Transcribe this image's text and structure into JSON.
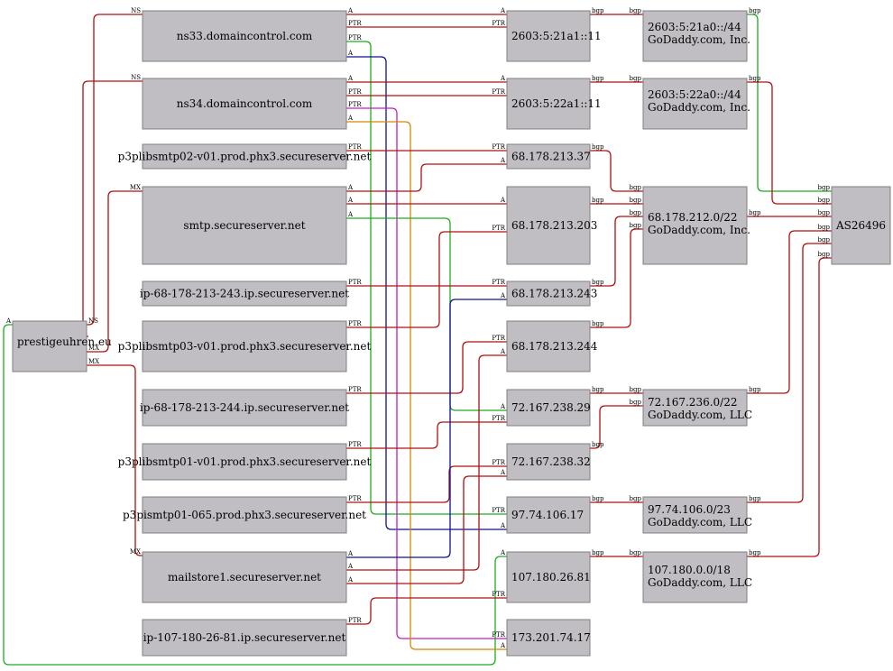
{
  "colors": {
    "red": "#b01010",
    "green": "#1faa1f",
    "blue": "#101090",
    "magenta": "#c020c0",
    "orange": "#d08a00",
    "node_fill": "#c0bdc3"
  },
  "nodes": [
    {
      "id": "prestige",
      "lines": [
        "prestigeuhren.eu"
      ]
    },
    {
      "id": "ns33",
      "lines": [
        "ns33.domaincontrol.com"
      ]
    },
    {
      "id": "ns34",
      "lines": [
        "ns34.domaincontrol.com"
      ]
    },
    {
      "id": "p3pli02",
      "lines": [
        "p3plibsmtp02-v01.prod.phx3.secureserver.net"
      ]
    },
    {
      "id": "smtp",
      "lines": [
        "smtp.secureserver.net"
      ]
    },
    {
      "id": "ip243",
      "lines": [
        "ip-68-178-213-243.ip.secureserver.net"
      ]
    },
    {
      "id": "p3pli03",
      "lines": [
        "p3plibsmtp03-v01.prod.phx3.secureserver.net"
      ]
    },
    {
      "id": "ip244",
      "lines": [
        "ip-68-178-213-244.ip.secureserver.net"
      ]
    },
    {
      "id": "p3pli01",
      "lines": [
        "p3plibsmtp01-v01.prod.phx3.secureserver.net"
      ]
    },
    {
      "id": "p3pis",
      "lines": [
        "p3pismtp01-065.prod.phx3.secureserver.net"
      ]
    },
    {
      "id": "mailstore",
      "lines": [
        "mailstore1.secureserver.net"
      ]
    },
    {
      "id": "ip10718",
      "lines": [
        "ip-107-180-26-81.ip.secureserver.net"
      ]
    },
    {
      "id": "v6a",
      "lines": [
        "2603:5:21a1::11"
      ]
    },
    {
      "id": "v6b",
      "lines": [
        "2603:5:22a1::11"
      ]
    },
    {
      "id": "ip37",
      "lines": [
        "68.178.213.37"
      ]
    },
    {
      "id": "ip203",
      "lines": [
        "68.178.213.203"
      ]
    },
    {
      "id": "ip243a",
      "lines": [
        "68.178.213.243"
      ]
    },
    {
      "id": "ip244a",
      "lines": [
        "68.178.213.244"
      ]
    },
    {
      "id": "ip29",
      "lines": [
        "72.167.238.29"
      ]
    },
    {
      "id": "ip32",
      "lines": [
        "72.167.238.32"
      ]
    },
    {
      "id": "ip9717",
      "lines": [
        "97.74.106.17"
      ]
    },
    {
      "id": "ip10781",
      "lines": [
        "107.180.26.81"
      ]
    },
    {
      "id": "ip173",
      "lines": [
        "173.201.74.17"
      ]
    },
    {
      "id": "pfx21",
      "lines": [
        "2603:5:21a0::/44",
        "GoDaddy.com, Inc."
      ]
    },
    {
      "id": "pfx22",
      "lines": [
        "2603:5:22a0::/44",
        "GoDaddy.com, Inc."
      ]
    },
    {
      "id": "pfx68",
      "lines": [
        "68.178.212.0/22",
        "GoDaddy.com, Inc."
      ]
    },
    {
      "id": "pfx72",
      "lines": [
        "72.167.236.0/22",
        "GoDaddy.com, LLC"
      ]
    },
    {
      "id": "pfx97",
      "lines": [
        "97.74.106.0/23",
        "GoDaddy.com, LLC"
      ]
    },
    {
      "id": "pfx107",
      "lines": [
        "107.180.0.0/18",
        "GoDaddy.com, LLC"
      ]
    },
    {
      "id": "as",
      "lines": [
        "AS26496"
      ]
    }
  ],
  "edges": [
    {
      "from": "prestige",
      "to": "ns33",
      "label_start": "NS",
      "label_end": "NS",
      "color": "red"
    },
    {
      "from": "prestige",
      "to": "ns34",
      "label_start": "NS",
      "label_end": "NS",
      "color": "red"
    },
    {
      "from": "prestige",
      "to": "smtp",
      "label_start": "MX",
      "label_end": "MX",
      "color": "red"
    },
    {
      "from": "prestige",
      "to": "mailstore",
      "label_start": "MX",
      "label_end": "MX",
      "color": "red"
    },
    {
      "from": "prestige",
      "to": "ip10781",
      "label_start": "A",
      "label_end": "A",
      "color": "green"
    },
    {
      "from": "ns33",
      "to": "v6a",
      "label_start": "A",
      "label_end": "A",
      "color": "red"
    },
    {
      "from": "ns33",
      "to": "v6a",
      "label_start": "PTR",
      "label_end": "PTR",
      "color": "red"
    },
    {
      "from": "ns33",
      "to": "ip9717",
      "label_start": "PTR",
      "label_end": "PTR",
      "color": "green"
    },
    {
      "from": "ns33",
      "to": "ip9717",
      "label_start": "A",
      "label_end": "A",
      "color": "blue"
    },
    {
      "from": "ns34",
      "to": "v6b",
      "label_start": "A",
      "label_end": "A",
      "color": "red"
    },
    {
      "from": "ns34",
      "to": "v6b",
      "label_start": "PTR",
      "label_end": "PTR",
      "color": "red"
    },
    {
      "from": "ns34",
      "to": "ip173",
      "label_start": "PTR",
      "label_end": "PTR",
      "color": "magenta"
    },
    {
      "from": "ns34",
      "to": "ip173",
      "label_start": "A",
      "label_end": "A",
      "color": "orange"
    },
    {
      "from": "p3pli02",
      "to": "ip37",
      "label_start": "PTR",
      "label_end": "PTR",
      "color": "red"
    },
    {
      "from": "smtp",
      "to": "ip37",
      "label_start": "A",
      "label_end": "A",
      "color": "red"
    },
    {
      "from": "smtp",
      "to": "ip203",
      "label_start": "A",
      "label_end": "A",
      "color": "red"
    },
    {
      "from": "smtp",
      "to": "ip29",
      "label_start": "A",
      "label_end": "A",
      "color": "green"
    },
    {
      "from": "ip243",
      "to": "ip243a",
      "label_start": "PTR",
      "label_end": "PTR",
      "color": "red"
    },
    {
      "from": "p3pli03",
      "to": "ip203",
      "label_start": "PTR",
      "label_end": "PTR",
      "color": "red"
    },
    {
      "from": "ip244",
      "to": "ip244a",
      "label_start": "PTR",
      "label_end": "PTR",
      "color": "red"
    },
    {
      "from": "p3pli01",
      "to": "ip29",
      "label_start": "PTR",
      "label_end": "PTR",
      "color": "red"
    },
    {
      "from": "p3pis",
      "to": "ip32",
      "label_start": "PTR",
      "label_end": "PTR",
      "color": "red"
    },
    {
      "from": "mailstore",
      "to": "ip243a",
      "label_start": "A",
      "label_end": "A",
      "color": "blue"
    },
    {
      "from": "mailstore",
      "to": "ip244a",
      "label_start": "A",
      "label_end": "A",
      "color": "red"
    },
    {
      "from": "mailstore",
      "to": "ip32",
      "label_start": "A",
      "label_end": "A",
      "color": "red"
    },
    {
      "from": "ip10718",
      "to": "ip10781",
      "label_start": "PTR",
      "label_end": "PTR",
      "color": "red"
    },
    {
      "from": "v6a",
      "to": "pfx21",
      "label_start": "bgp",
      "label_end": "bgp",
      "color": "red"
    },
    {
      "from": "v6b",
      "to": "pfx22",
      "label_start": "bgp",
      "label_end": "bgp",
      "color": "red"
    },
    {
      "from": "ip37",
      "to": "pfx68",
      "label_start": "bgp",
      "label_end": "bgp",
      "color": "red"
    },
    {
      "from": "ip203",
      "to": "pfx68",
      "label_start": "bgp",
      "label_end": "bgp",
      "color": "red"
    },
    {
      "from": "ip243a",
      "to": "pfx68",
      "label_start": "bgp",
      "label_end": "bgp",
      "color": "red"
    },
    {
      "from": "ip244a",
      "to": "pfx68",
      "label_start": "bgp",
      "label_end": "bgp",
      "color": "red"
    },
    {
      "from": "ip29",
      "to": "pfx72",
      "label_start": "bgp",
      "label_end": "bgp",
      "color": "red"
    },
    {
      "from": "ip32",
      "to": "pfx72",
      "label_start": "bgp",
      "label_end": "bgp",
      "color": "red"
    },
    {
      "from": "ip9717",
      "to": "pfx97",
      "label_start": "bgp",
      "label_end": "bgp",
      "color": "red"
    },
    {
      "from": "ip10781",
      "to": "pfx107",
      "label_start": "bgp",
      "label_end": "bgp",
      "color": "red"
    },
    {
      "from": "pfx21",
      "to": "as",
      "label_start": "bgp",
      "label_end": "bgp",
      "color": "green"
    },
    {
      "from": "pfx22",
      "to": "as",
      "label_start": "bgp",
      "label_end": "bgp",
      "color": "red"
    },
    {
      "from": "pfx68",
      "to": "as",
      "label_start": "bgp",
      "label_end": "bgp",
      "color": "red"
    },
    {
      "from": "pfx72",
      "to": "as",
      "label_start": "bgp",
      "label_end": "bgp",
      "color": "red"
    },
    {
      "from": "pfx97",
      "to": "as",
      "label_start": "bgp",
      "label_end": "bgp",
      "color": "red"
    },
    {
      "from": "pfx107",
      "to": "as",
      "label_start": "bgp",
      "label_end": "bgp",
      "color": "red"
    }
  ]
}
